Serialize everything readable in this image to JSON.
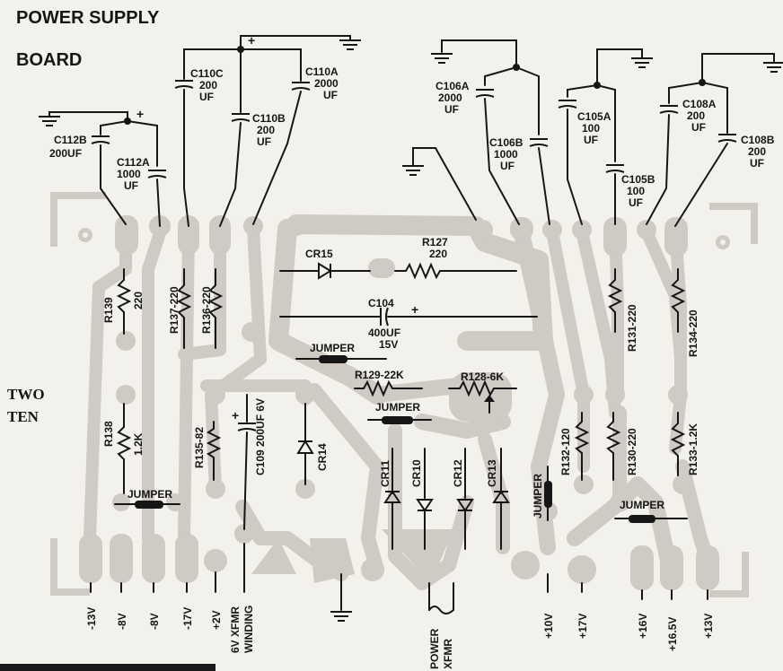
{
  "title": {
    "line1": "POWER SUPPLY",
    "line2": "BOARD"
  },
  "side_label": {
    "line1": "TWO",
    "line2": "TEN"
  },
  "plus": "+",
  "capacitors": {
    "c112b": [
      "C112B",
      "200UF"
    ],
    "c112a": [
      "C112A",
      "1000",
      "UF"
    ],
    "c110c": [
      "C110C",
      "200",
      "UF"
    ],
    "c110b": [
      "C110B",
      "200",
      "UF"
    ],
    "c110a": [
      "C110A",
      "2000",
      "UF"
    ],
    "c106a": [
      "C106A",
      "2000",
      "UF"
    ],
    "c106b": [
      "C106B",
      "1000",
      "UF"
    ],
    "c105a": [
      "C105A",
      "100",
      "UF"
    ],
    "c105b": [
      "C105B",
      "100",
      "UF"
    ],
    "c108a": [
      "C108A",
      "200",
      "UF"
    ],
    "c108b": [
      "C108B",
      "200",
      "UF"
    ],
    "c104": [
      "C104",
      "400UF",
      "15V"
    ],
    "c109": "C109 200UF 6V"
  },
  "parts": {
    "cr15": "CR15",
    "r127": [
      "R127",
      "220"
    ],
    "r129": "R129-22K",
    "r128": "R128-6K",
    "r139": "R139",
    "r139_value": "220",
    "r138": "R138",
    "r138_value": "1.2K",
    "r137": "R137-220",
    "r136": "R136-220",
    "r135": "R135-82",
    "cr14": "CR14",
    "cr11": "CR11",
    "cr10": "CR10",
    "cr12": "CR12",
    "cr13": "CR13",
    "r132": "R132-120",
    "r130": "R130-220",
    "r131": "R131-220",
    "r134": "R134-220",
    "r133": "R133-1.2K"
  },
  "jumpers": {
    "j1": "JUMPER",
    "j2": "JUMPER",
    "j3": "JUMPER",
    "j4": "JUMPER",
    "j5": "JUMPER"
  },
  "terminals": {
    "t1": "-13V",
    "t2": "-8V",
    "t3": "-8V",
    "t4": "-17V",
    "t5": "+2V",
    "t6a": "6V XFMR",
    "t6b": "WINDING",
    "t7a": "POWER",
    "t7b": "XFMR",
    "t8": "+10V",
    "t9": "+17V",
    "t10": "+16V",
    "t11": "+16.5V",
    "t12": "+13V"
  }
}
